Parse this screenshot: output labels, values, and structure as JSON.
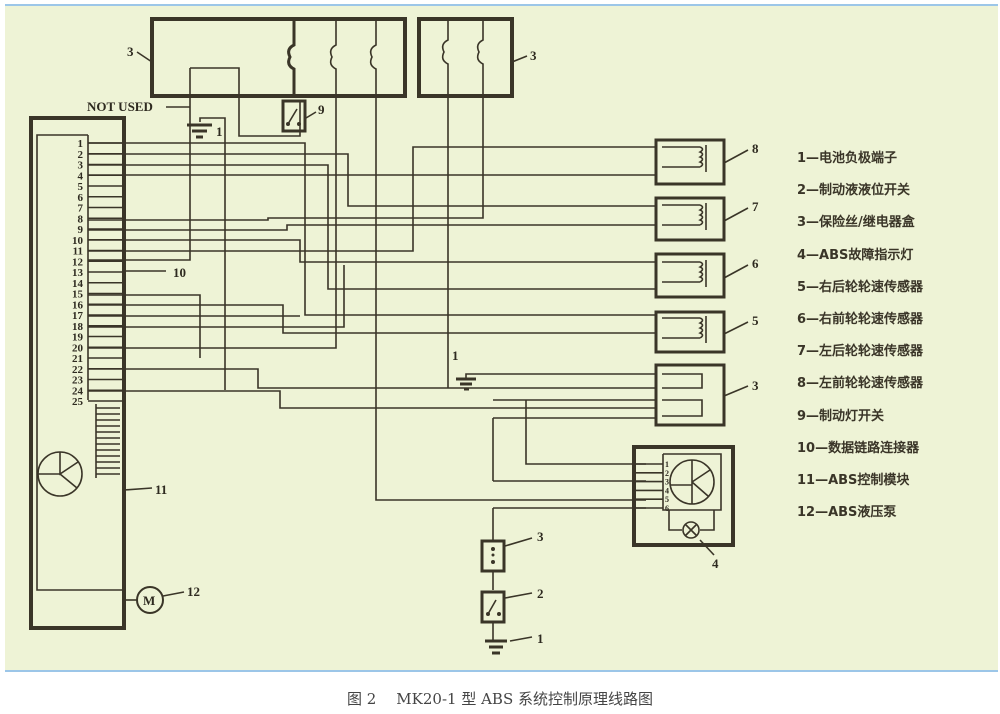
{
  "title": "MK20-1 型 ABS 系统控制原理线路图",
  "caption": {
    "figure_no": "图 2",
    "text": "MK20-1 型 ABS 系统控制原理线路图"
  },
  "labels": {
    "not_used": "NOT USED",
    "fuse_box_left": "3",
    "fuse_box_right": "3",
    "fuse_box_mid": "3",
    "fuse_bottom": "3",
    "ground_top": "1",
    "ground_mid": "1",
    "ground_bottom": "1",
    "brake_light_switch": "9",
    "data_link": "10",
    "module": "11",
    "pump": "12",
    "pump_symbol": "M",
    "sensor_8": "8",
    "sensor_7": "7",
    "sensor_6": "6",
    "sensor_5": "5",
    "warning_lamp": "4",
    "fluid_switch": "2"
  },
  "pins": [
    "1",
    "2",
    "3",
    "4",
    "5",
    "6",
    "7",
    "8",
    "9",
    "10",
    "11",
    "12",
    "13",
    "14",
    "15",
    "16",
    "17",
    "18",
    "19",
    "20",
    "21",
    "22",
    "23",
    "24",
    "25"
  ],
  "cluster_pins": [
    "1",
    "2",
    "3",
    "4",
    "5",
    "6"
  ],
  "legend": [
    "1—电池负极端子",
    "2—制动液液位开关",
    "3—保险丝/继电器盒",
    "4—ABS故障指示灯",
    "5—右后轮轮速传感器",
    "6—右前轮轮速传感器",
    "7—左后轮轮速传感器",
    "8—左前轮轮速传感器",
    "9—制动灯开关",
    "10—数据链路连接器",
    "11—ABS控制模块",
    "12—ABS液压泵"
  ]
}
